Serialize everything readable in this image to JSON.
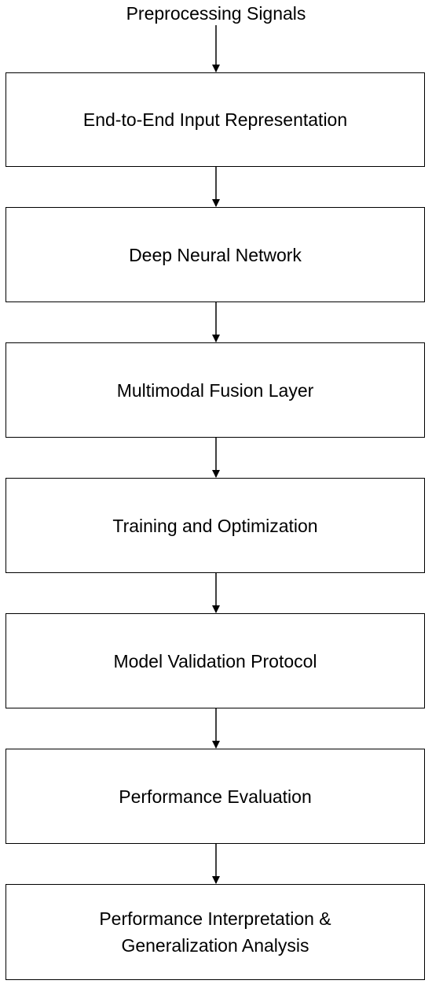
{
  "input_label": "Preprocessing Signals",
  "steps": [
    {
      "label": "End-to-End Input Representation"
    },
    {
      "label": "Deep Neural Network"
    },
    {
      "label": "Multimodal Fusion Layer"
    },
    {
      "label": "Training and Optimization"
    },
    {
      "label": "Model Validation Protocol"
    },
    {
      "label": "Performance Evaluation"
    },
    {
      "label": "Performance Interpretation &\nGeneralization Analysis"
    }
  ],
  "colors": {
    "stroke": "#000000",
    "text": "#000000",
    "background": "#ffffff"
  }
}
